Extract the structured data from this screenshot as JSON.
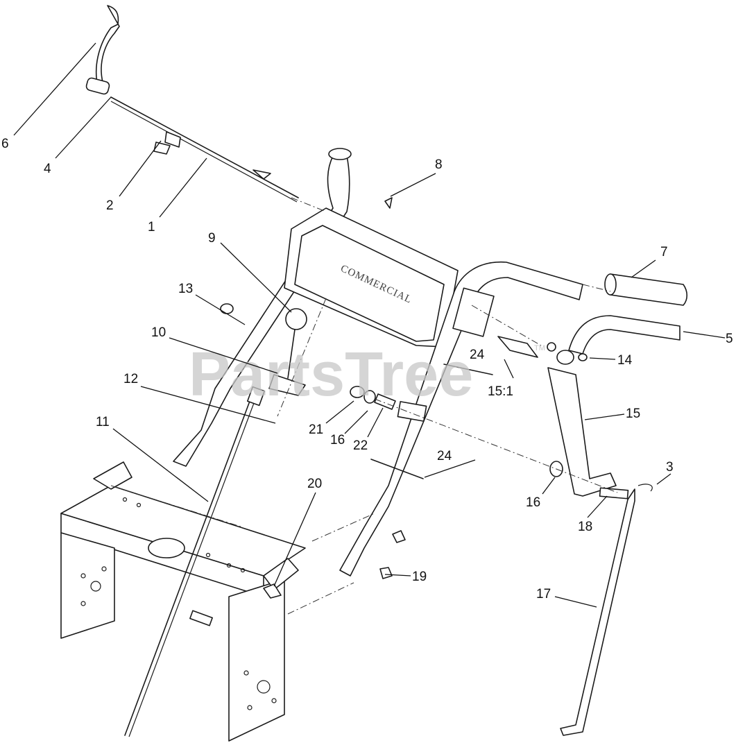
{
  "watermark": {
    "text": "PartsTree",
    "tm": "TM"
  },
  "handle_decal": {
    "text": "COMMERCIAL"
  },
  "callouts": [
    {
      "id": "c1",
      "label": "1"
    },
    {
      "id": "c2",
      "label": "2"
    },
    {
      "id": "c3",
      "label": "3"
    },
    {
      "id": "c4",
      "label": "4"
    },
    {
      "id": "c5",
      "label": "5"
    },
    {
      "id": "c6",
      "label": "6"
    },
    {
      "id": "c7",
      "label": "7"
    },
    {
      "id": "c8",
      "label": "8"
    },
    {
      "id": "c9",
      "label": "9"
    },
    {
      "id": "c10",
      "label": "10"
    },
    {
      "id": "c11",
      "label": "11"
    },
    {
      "id": "c12",
      "label": "12"
    },
    {
      "id": "c13",
      "label": "13"
    },
    {
      "id": "c14",
      "label": "14"
    },
    {
      "id": "c15",
      "label": "15"
    },
    {
      "id": "c15_1",
      "label": "15:1"
    },
    {
      "id": "c16a",
      "label": "16"
    },
    {
      "id": "c16b",
      "label": "16"
    },
    {
      "id": "c17",
      "label": "17"
    },
    {
      "id": "c18",
      "label": "18"
    },
    {
      "id": "c19",
      "label": "19"
    },
    {
      "id": "c20",
      "label": "20"
    },
    {
      "id": "c21",
      "label": "21"
    },
    {
      "id": "c22",
      "label": "22"
    },
    {
      "id": "c24a",
      "label": "24"
    },
    {
      "id": "c24b",
      "label": "24"
    }
  ]
}
